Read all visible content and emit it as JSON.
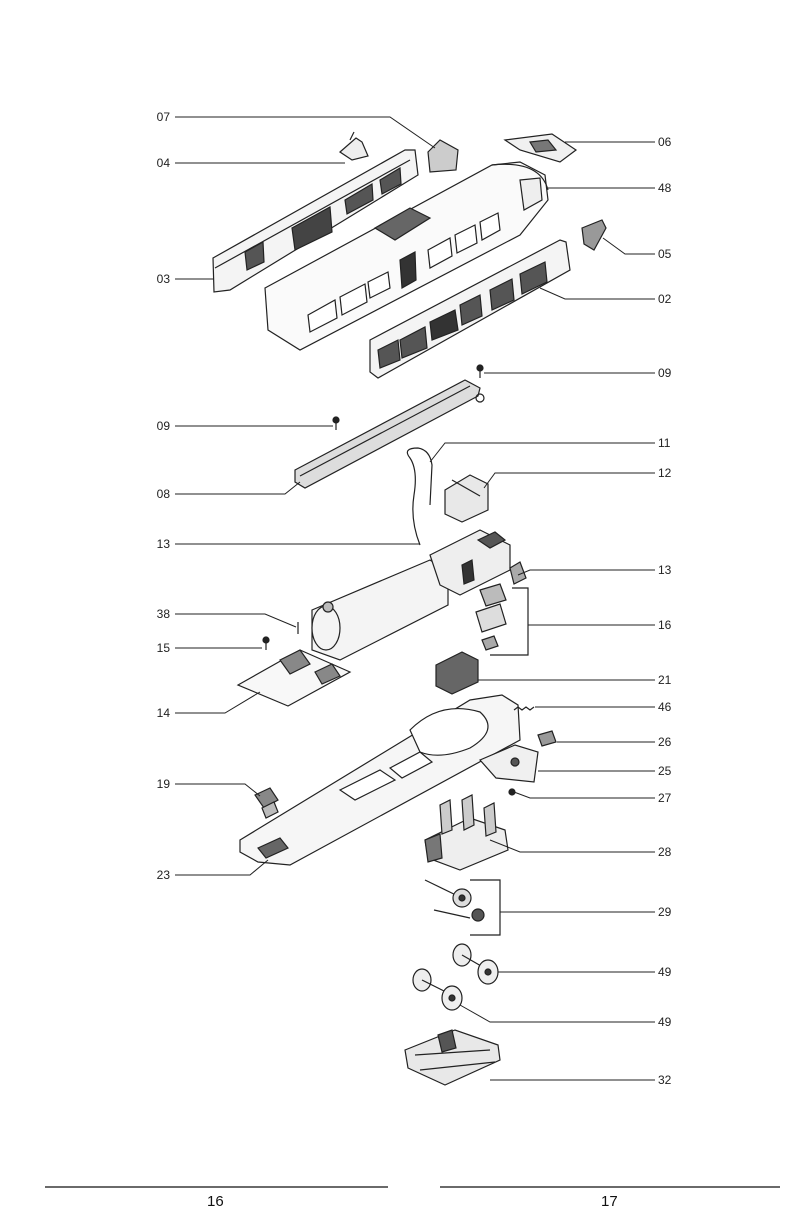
{
  "callouts": {
    "c07": "07",
    "c04": "04",
    "c03": "03",
    "c06": "06",
    "c48": "48",
    "c05": "05",
    "c02": "02",
    "c09a": "09",
    "c09b": "09",
    "c11": "11",
    "c08": "08",
    "c12": "12",
    "c13a": "13",
    "c13b": "13",
    "c38": "38",
    "c15": "15",
    "c16": "16",
    "c14": "14",
    "c21": "21",
    "c46": "46",
    "c26": "26",
    "c25": "25",
    "c27": "27",
    "c19": "19",
    "c23": "23",
    "c28": "28",
    "c29": "29",
    "c49a": "49",
    "c49b": "49",
    "c32": "32"
  },
  "footer": {
    "left_page": "16",
    "right_page": "17"
  }
}
